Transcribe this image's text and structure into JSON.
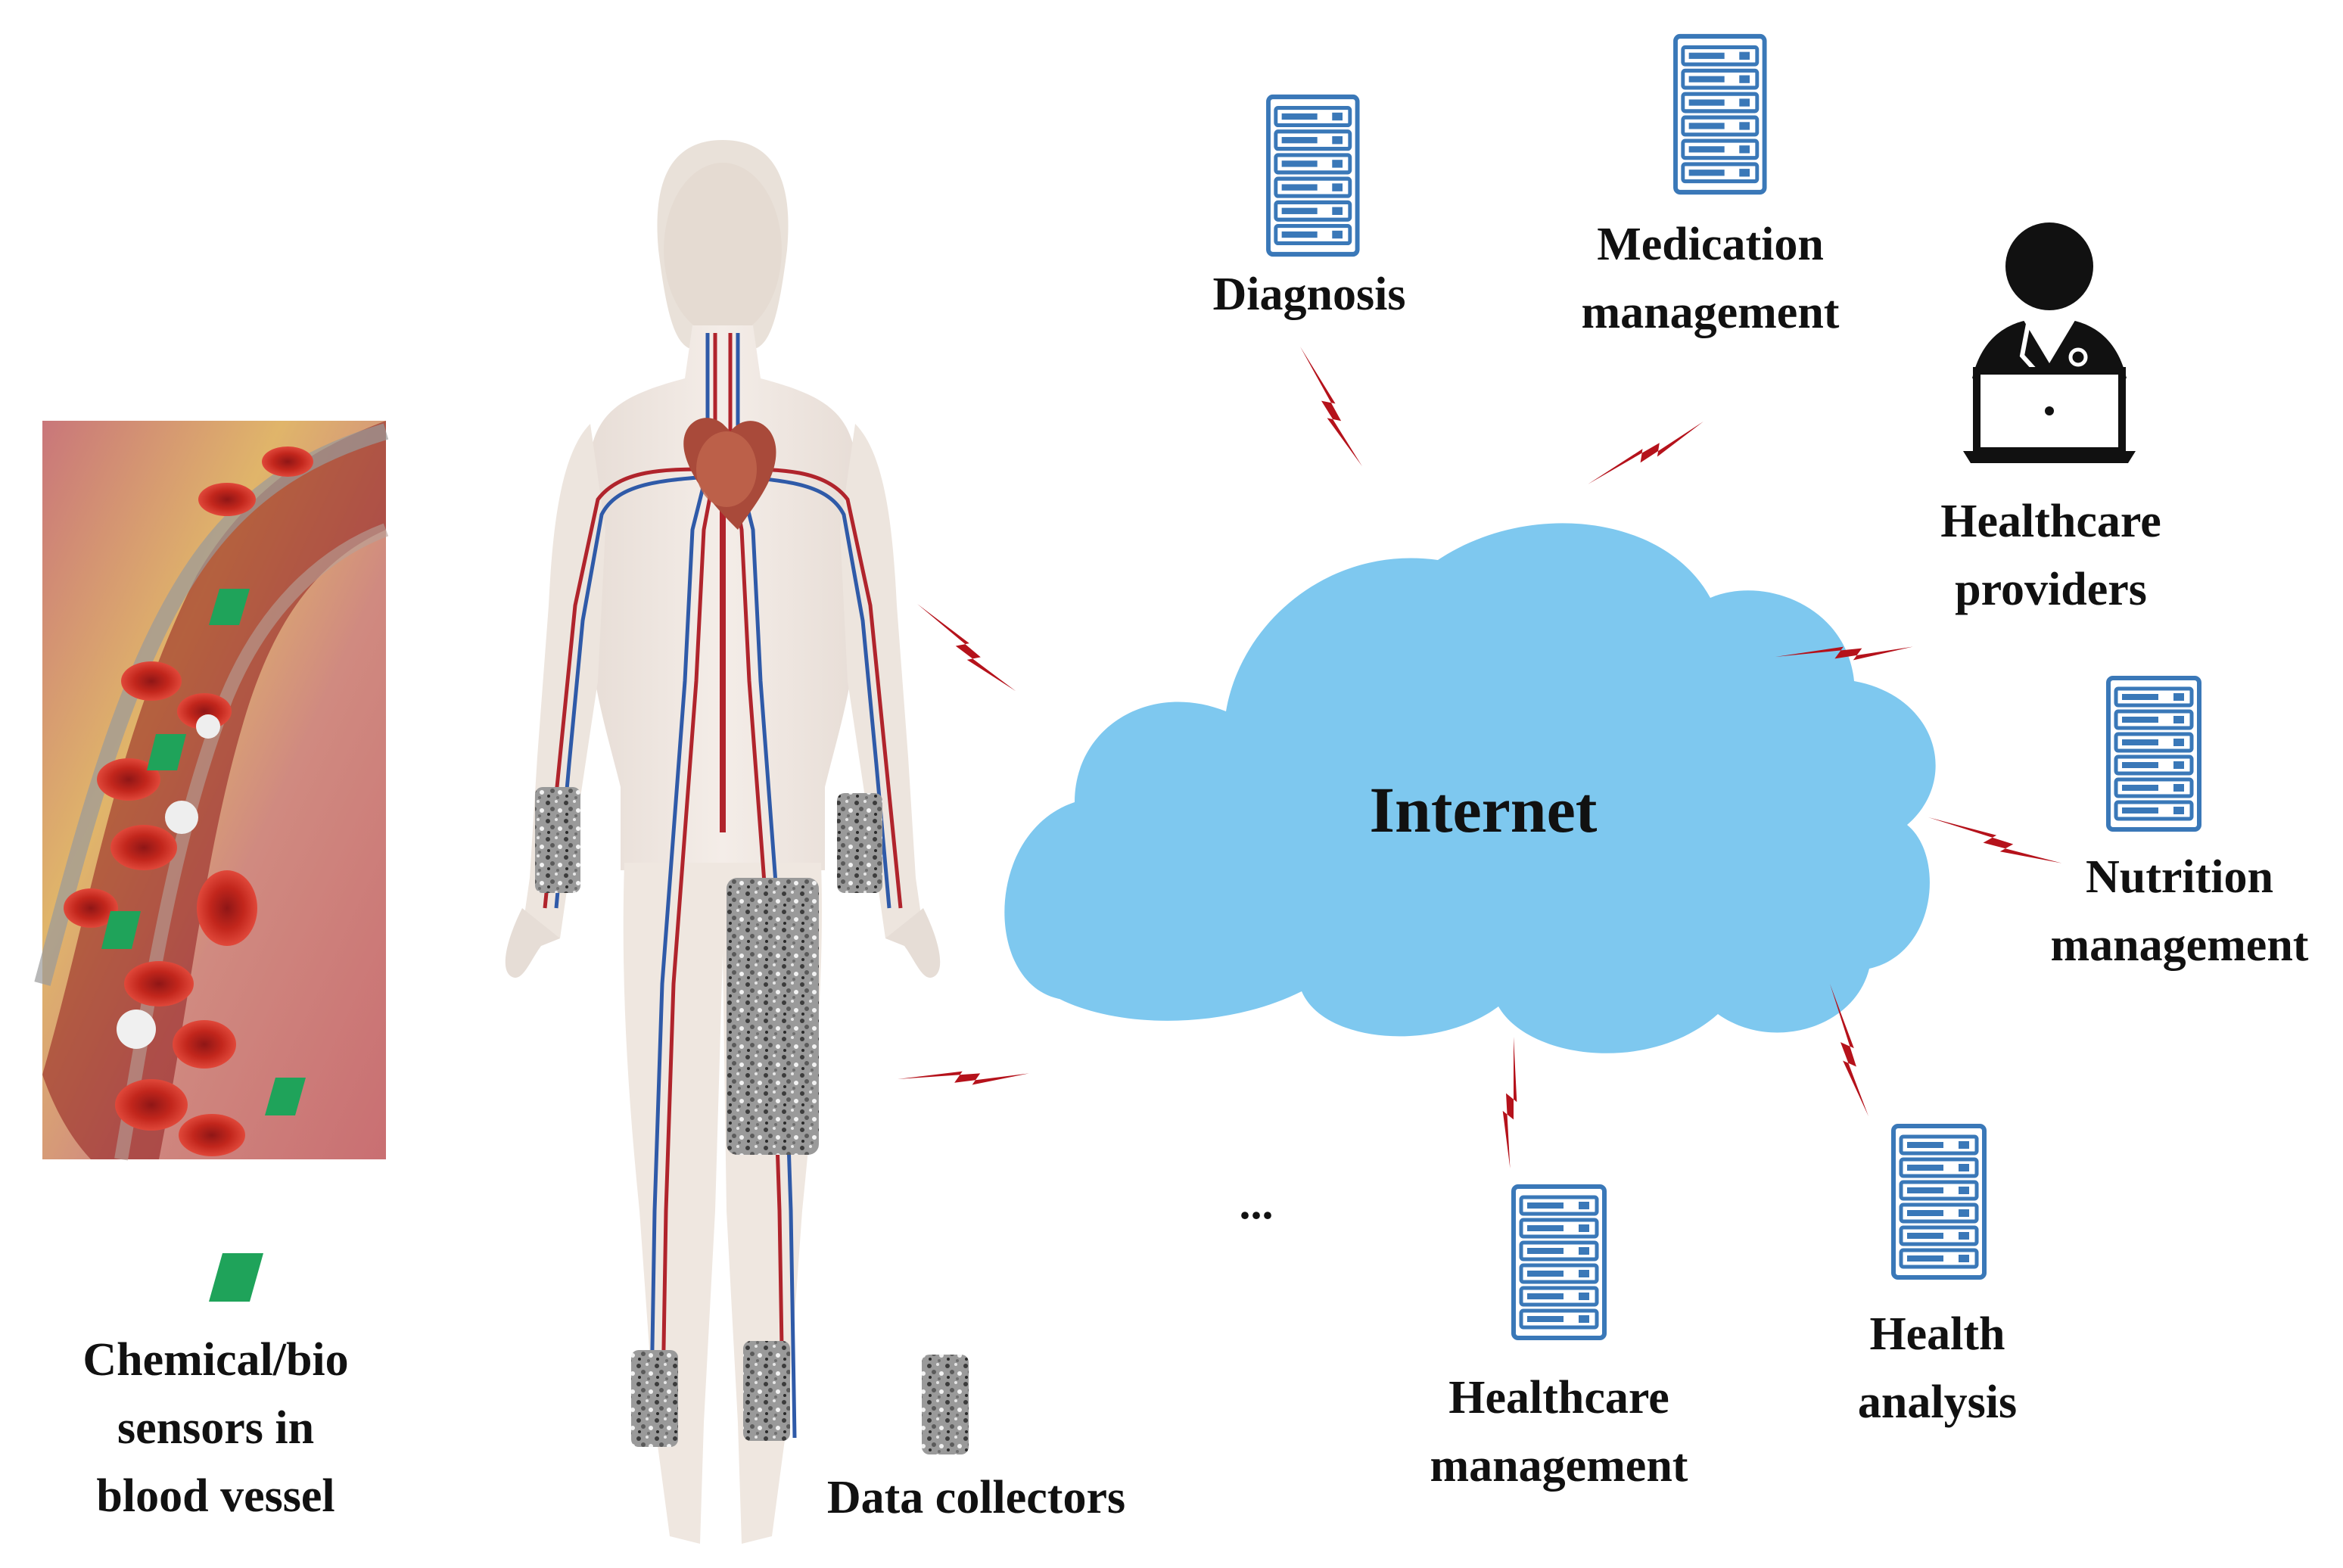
{
  "cloud": {
    "label": "Internet"
  },
  "nodes": {
    "diagnosis": {
      "label": "Diagnosis"
    },
    "medication": {
      "line1": "Medication",
      "line2": "management"
    },
    "providers": {
      "line1": "Healthcare",
      "line2": "providers"
    },
    "nutrition": {
      "line1": "Nutrition",
      "line2": "management"
    },
    "health_analysis": {
      "line1": "Health",
      "line2": "analysis"
    },
    "healthcare_management": {
      "line1": "Healthcare",
      "line2": "management"
    }
  },
  "ellipsis": "...",
  "legend": {
    "sensors": {
      "line1": "Chemical/bio",
      "line2": "sensors in",
      "line3": "blood vessel"
    },
    "collectors": {
      "label": "Data collectors"
    }
  },
  "colors": {
    "cloud": "#7ec8ef",
    "lightning": "#b5121b",
    "server": "#3a78b8",
    "sensor": "#1fa35a",
    "vein": "#2f5aa8",
    "artery": "#b0242c",
    "collector": "#8c8c8c"
  }
}
